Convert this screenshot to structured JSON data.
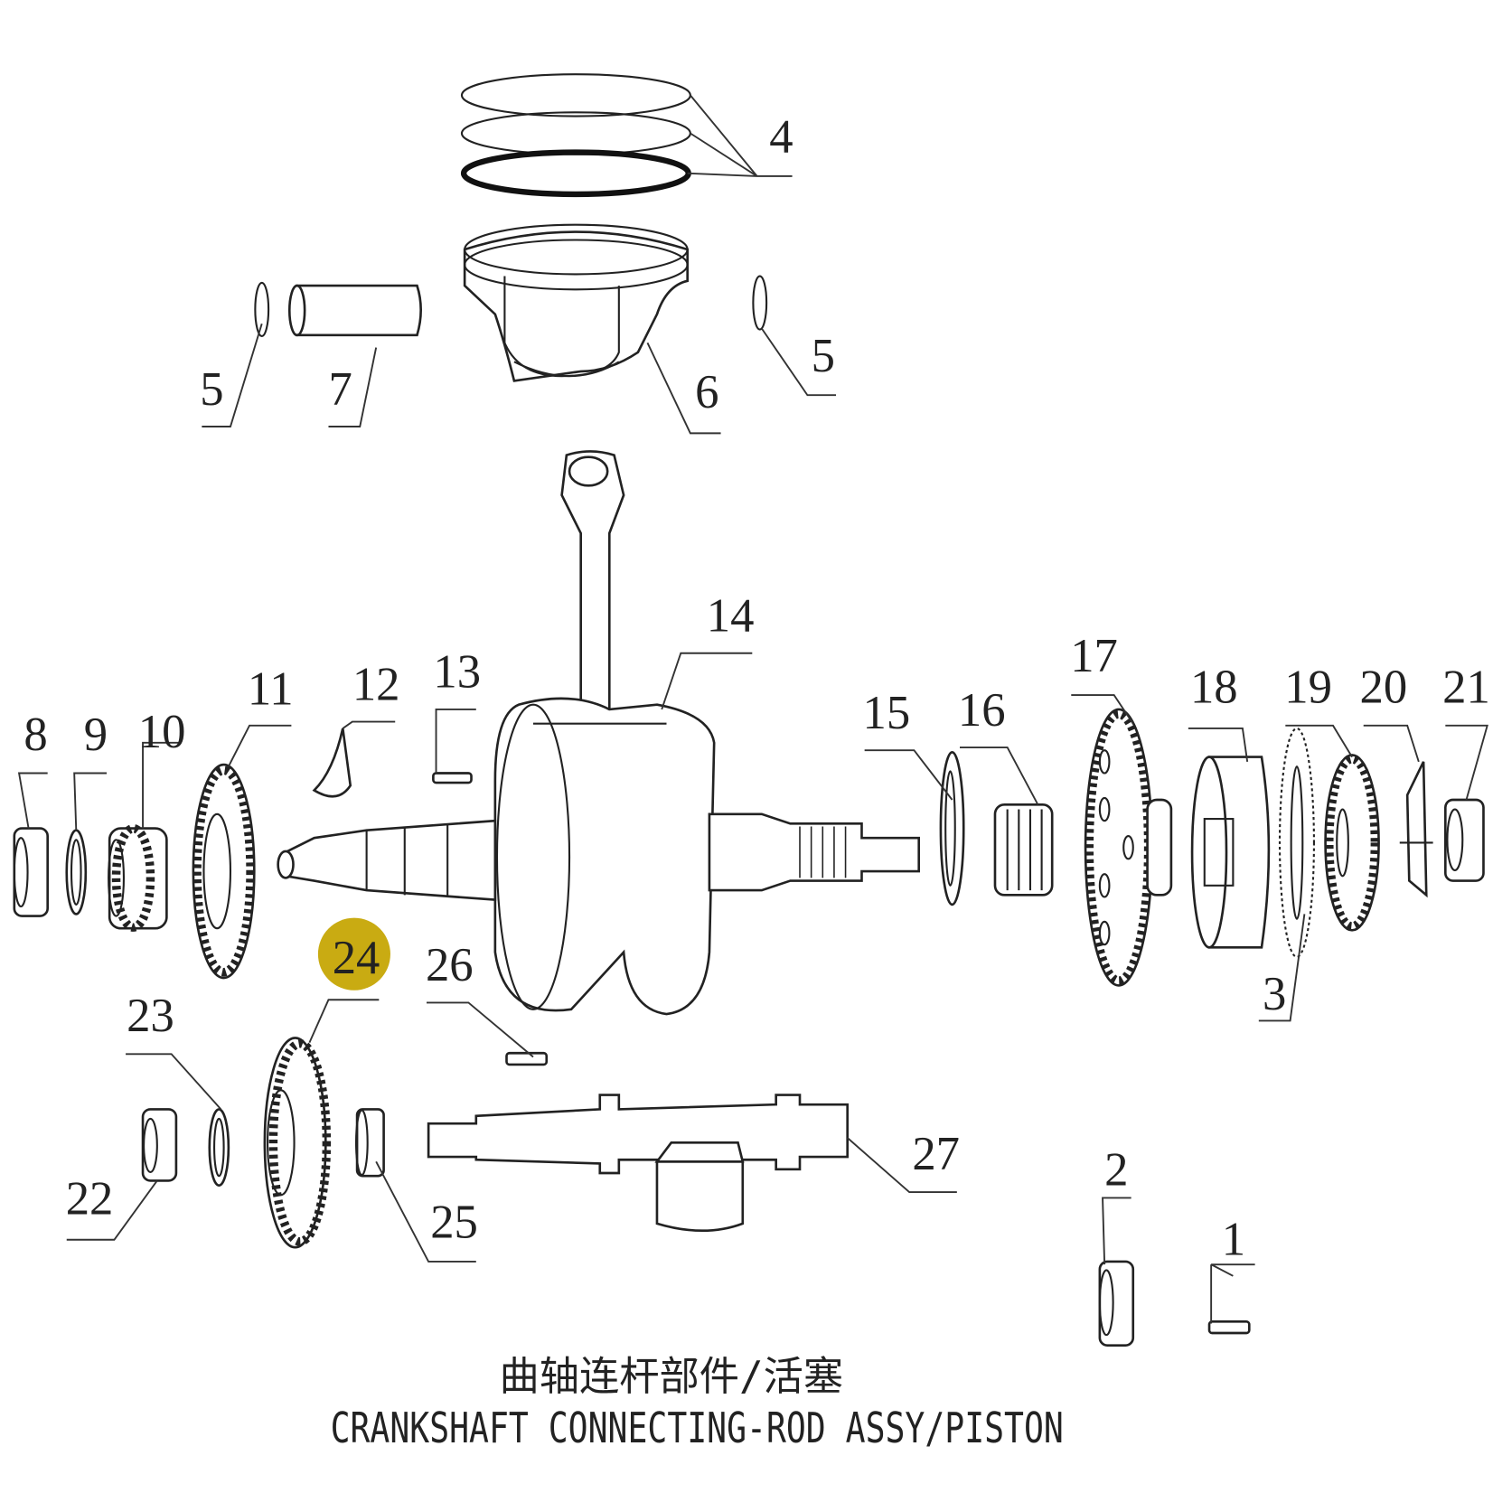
{
  "diagram": {
    "title_cn": "曲轴连杆部件/活塞",
    "title_en": "CRANKSHAFT CONNECTING-ROD ASSY/PISTON",
    "highlight_color": "#c9ab12",
    "highlighted_part": "24",
    "labels": {
      "p1": "1",
      "p2": "2",
      "p3": "3",
      "p4": "4",
      "p5a": "5",
      "p5b": "5",
      "p6": "6",
      "p7": "7",
      "p8": "8",
      "p9": "9",
      "p10": "10",
      "p11": "11",
      "p12": "12",
      "p13": "13",
      "p14": "14",
      "p15": "15",
      "p16": "16",
      "p17": "17",
      "p18": "18",
      "p19": "19",
      "p20": "20",
      "p21": "21",
      "p22": "22",
      "p23": "23",
      "p24": "24",
      "p25": "25",
      "p26": "26",
      "p27": "27"
    }
  }
}
